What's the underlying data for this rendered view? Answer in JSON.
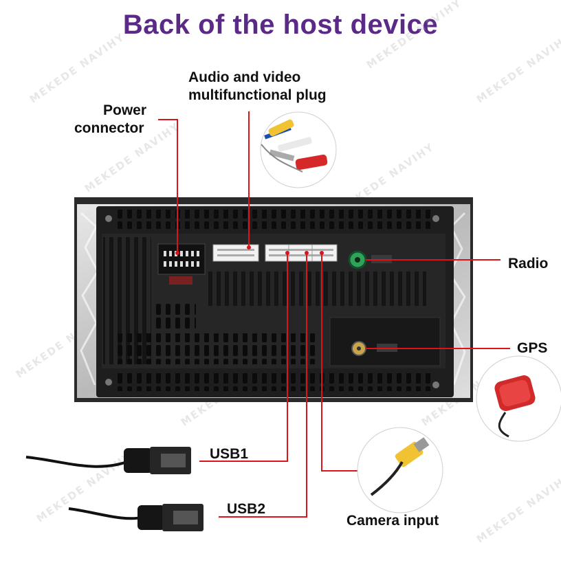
{
  "title": "Back of the host device",
  "labels": {
    "power": [
      "Power",
      "connector"
    ],
    "audio_video": [
      "Audio and video",
      "multifunctional plug"
    ],
    "radio": "Radio",
    "gps": "GPS",
    "usb1": "USB1",
    "usb2": "USB2",
    "camera": "Camera input"
  },
  "watermark": "MEKEDE NAVIHY",
  "colors": {
    "title": "#5b2a86",
    "leader_line": "#d9151b",
    "device_body": "#1e1e1e",
    "antenna_connector": "#2fa35a",
    "rca_yellow": "#f1c232",
    "rca_red": "#d62828"
  }
}
